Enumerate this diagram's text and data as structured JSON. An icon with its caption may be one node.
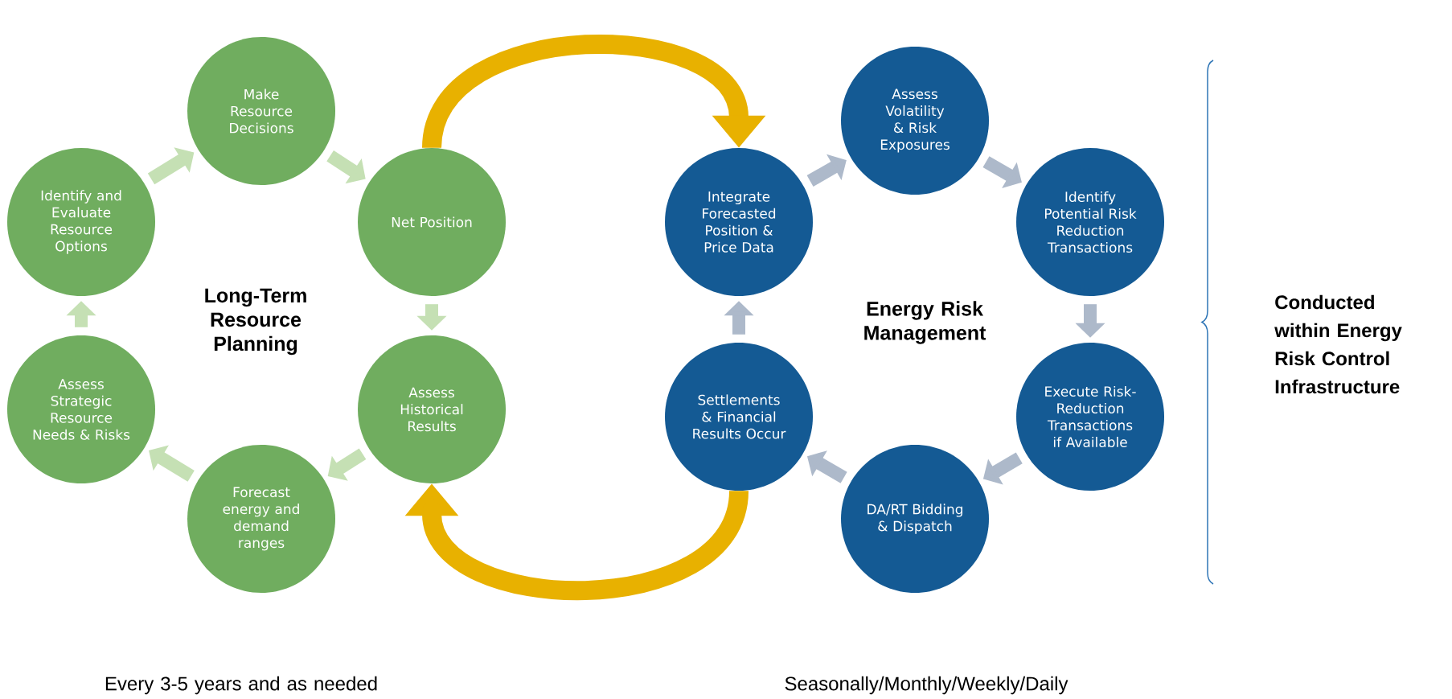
{
  "diagram": {
    "nodes": [
      {
        "text": [
          "Identify and Evaluate Resource Options"
        ]
      },
      {
        "text": [
          "Make Resource Decisions"
        ]
      },
      {
        "text": [
          "Net Position"
        ]
      },
      {
        "text": [
          "Assess Historical Results"
        ]
      },
      {
        "text": [
          "Forecast energy and demand ranges"
        ]
      },
      {
        "text": [
          "Assess Strategic Resource Needs & Risks"
        ]
      },
      {
        "text": [
          "Integrate Forecasted Position & Price Data"
        ]
      },
      {
        "text": [
          "Assess Volatility & Risk Exposures"
        ]
      },
      {
        "text": [
          "Identify Potential Risk Reduction Transactions"
        ]
      },
      {
        "text": [
          "Execute Risk-Reduction Transactions if Available"
        ]
      },
      {
        "text": [
          "DA/RT Bidding & Dispatch"
        ]
      },
      {
        "text": [
          "Settlements & Financial Results Occur"
        ]
      }
    ],
    "edges": [
      {
        "from": 0,
        "to": 1,
        "arrow": "to",
        "color": "#c5e0b4"
      },
      {
        "from": 1,
        "to": 2,
        "arrow": "to",
        "color": "#c5e0b4"
      },
      {
        "from": 2,
        "to": 3,
        "arrow": "to",
        "color": "#c5e0b4"
      },
      {
        "from": 3,
        "to": 4,
        "arrow": "to",
        "color": "#c5e0b4"
      },
      {
        "from": 4,
        "to": 5,
        "arrow": "to",
        "color": "#c5e0b4"
      },
      {
        "from": 5,
        "to": 0,
        "arrow": "to",
        "color": "#c5e0b4"
      },
      {
        "from": 6,
        "to": 7,
        "arrow": "to",
        "color": "#adb9ca"
      },
      {
        "from": 7,
        "to": 8,
        "arrow": "to",
        "color": "#adb9ca"
      },
      {
        "from": 8,
        "to": 9,
        "arrow": "to",
        "color": "#adb9ca"
      },
      {
        "from": 9,
        "to": 10,
        "arrow": "to",
        "color": "#adb9ca"
      },
      {
        "from": 10,
        "to": 11,
        "arrow": "to",
        "color": "#adb9ca"
      },
      {
        "from": 11,
        "to": 6,
        "arrow": "to",
        "color": "#adb9ca"
      },
      {
        "from": 2,
        "to": 6,
        "arrow": "to",
        "color": "#e8b100"
      },
      {
        "from": 11,
        "to": 3,
        "arrow": "to",
        "color": "#e8b100"
      }
    ],
    "labels": [
      "Long-Term Resource Planning",
      "Energy Risk Management",
      "Conducted within Energy Risk Control Infrastructure",
      "Every 3-5 years and as needed",
      "Seasonally/Monthly/Weekly/Daily"
    ]
  }
}
